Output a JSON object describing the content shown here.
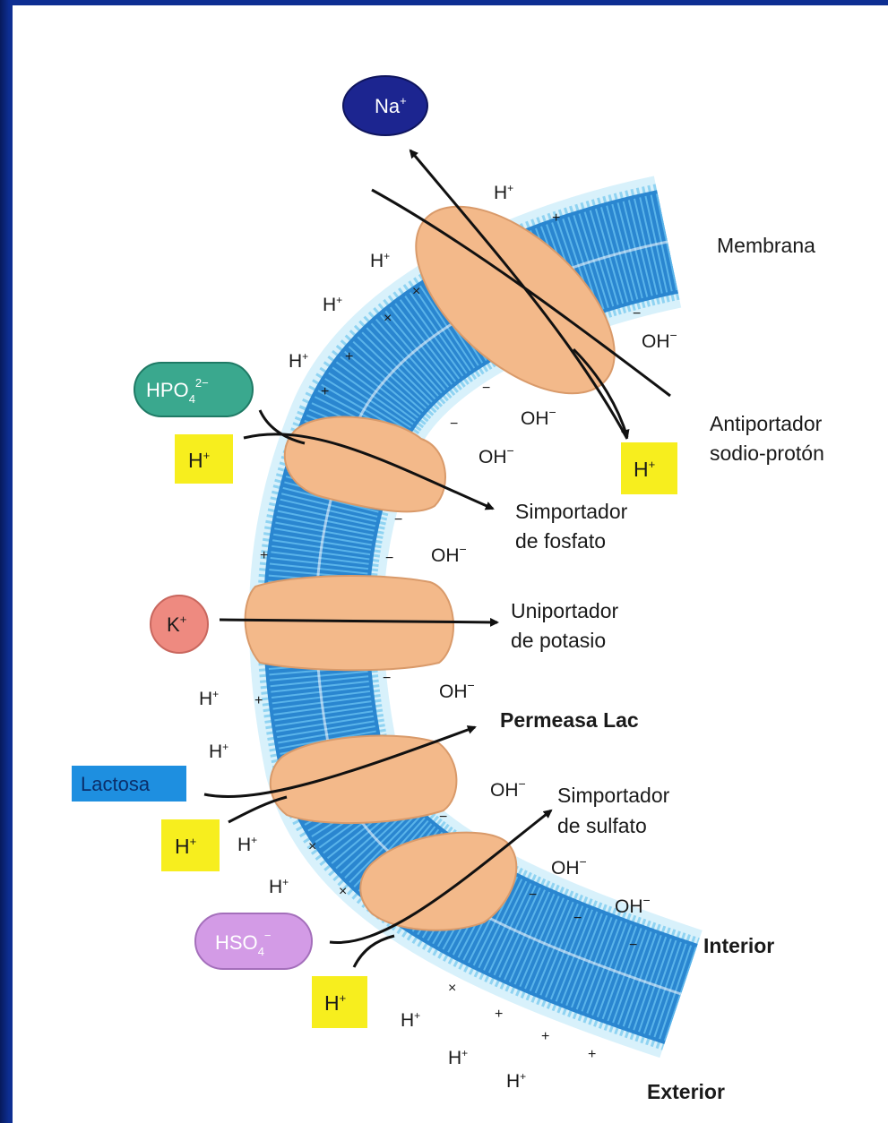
{
  "molecules": {
    "na": "Na",
    "na_sup": "+",
    "hpo4": "HPO",
    "hpo4_sub": "4",
    "hpo4_sup": "2−",
    "k": "K",
    "k_sup": "+",
    "lactosa": "Lactosa",
    "hso4": "HSO",
    "hso4_sub": "4",
    "hso4_sup": "−",
    "h_box": "H",
    "h_sup": "+"
  },
  "labels": {
    "membrana": "Membrana",
    "antiportador_1": "Antiportador",
    "antiportador_2": "sodio-protón",
    "simp_fosfato_1": "Simportador",
    "simp_fosfato_2": "de fosfato",
    "uniportador_1": "Uniportador",
    "uniportador_2": "de potasio",
    "permeasa": "Permeasa Lac",
    "simp_sulfato_1": "Simportador",
    "simp_sulfato_2": "de sulfato",
    "interior": "Interior",
    "exterior": "Exterior"
  },
  "ions": {
    "h": "H",
    "h_sup": "+",
    "oh": "OH",
    "oh_sup": "−"
  },
  "colors": {
    "frame": "#0d2e92",
    "membrane_blue": "#2e8fd6",
    "membrane_light": "#8fd3f2",
    "protein": "#f3b98a",
    "h_box": "#f7ee1e",
    "na": "#1c2590",
    "hpo4": "#2f9e86",
    "k": "#ee8a80",
    "lactosa": "#1e8fe0",
    "hso4": "#c98be0"
  }
}
